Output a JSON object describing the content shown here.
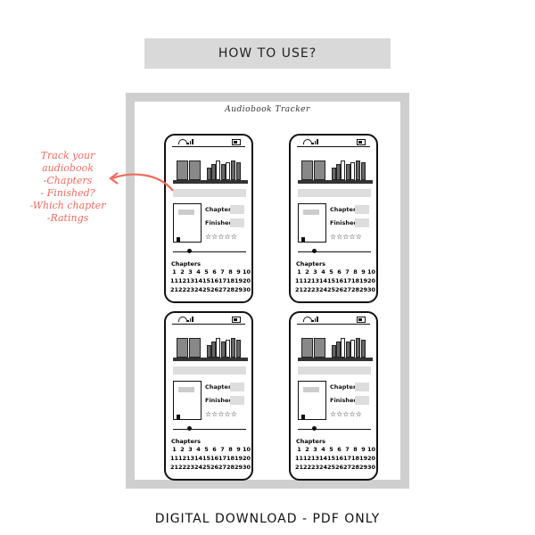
{
  "header": {
    "title": "HOW TO USE?"
  },
  "sheet": {
    "title": "Audiobook Tracker",
    "phones": [
      {
        "chapters_label": "Chapters",
        "finished_label": "Finished",
        "rating": "☆☆☆☆☆",
        "grid_label": "Chapters"
      },
      {
        "chapters_label": "Chapters",
        "finished_label": "Finished",
        "rating": "☆☆☆☆☆",
        "grid_label": "Chapters"
      },
      {
        "chapters_label": "Chapters",
        "finished_label": "Finished",
        "rating": "☆☆☆☆☆",
        "grid_label": "Chapters"
      },
      {
        "chapters_label": "Chapters",
        "finished_label": "Finished",
        "rating": "☆☆☆☆☆",
        "grid_label": "Chapters"
      }
    ],
    "chapter_numbers": [
      "1",
      "2",
      "3",
      "4",
      "5",
      "6",
      "7",
      "8",
      "9",
      "10",
      "11",
      "12",
      "13",
      "14",
      "15",
      "16",
      "17",
      "18",
      "19",
      "20",
      "21",
      "22",
      "23",
      "24",
      "25",
      "26",
      "27",
      "28",
      "29",
      "30"
    ]
  },
  "callout": {
    "text": "Track your\naudiobook\n-Chapters\n- Finished?\n-Which chapter\n-Ratings",
    "color": "#f06a5e"
  },
  "footer": {
    "caption": "DIGITAL DOWNLOAD - PDF ONLY"
  }
}
